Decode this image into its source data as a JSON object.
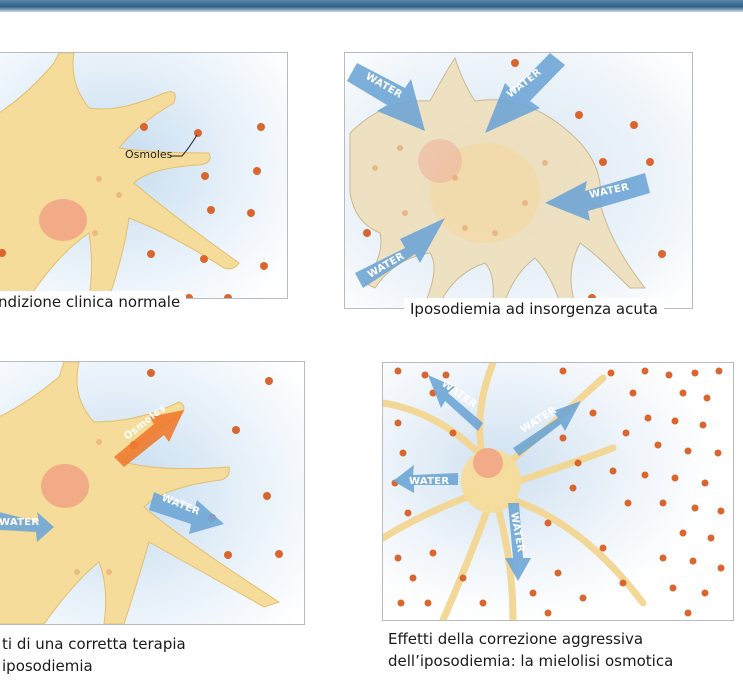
{
  "panels": [
    {
      "caption": "ndizione clinica normale",
      "label": "Osmoles"
    },
    {
      "caption": "Iposodiemia ad insorgenza acuta",
      "arrow_label": "WATER"
    },
    {
      "caption_line1": "ti di una corretta terapia",
      "caption_line2": "iposodiemia",
      "arrow_label_water": "WATER",
      "arrow_label_osm": "Osmoles"
    },
    {
      "caption_line1": "Effetti della correzione aggressiva",
      "caption_line2": "dell’iposodiemia: la mielolisi osmotica",
      "arrow_label": "WATER"
    }
  ],
  "colors": {
    "cell": "#f6dc9a",
    "nucleus": "#f0a284",
    "dot": "#d9662f",
    "water": "#6fa6d6",
    "osmoles": "#f07a2e",
    "bar": "#2e5f86"
  }
}
